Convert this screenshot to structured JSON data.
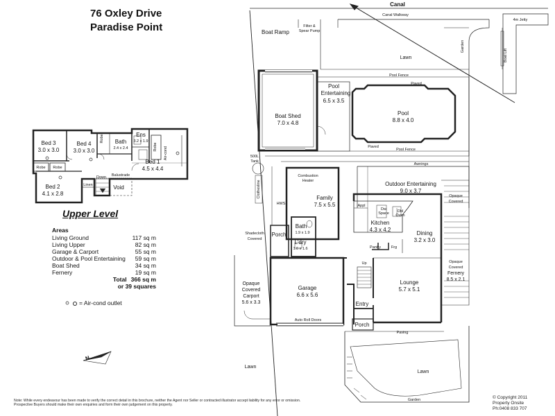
{
  "title_line1": "76 Oxley Drive",
  "title_line2": "Paradise Point",
  "upper_level_title": "Upper Level",
  "areas": {
    "heading": "Areas",
    "rows": [
      {
        "name": "Living Ground",
        "value": "117 sq m"
      },
      {
        "name": "Living Upper",
        "value": "82 sq m"
      },
      {
        "name": "Garage & Carport",
        "value": "55 sq m"
      },
      {
        "name": "Outdoor & Pool Entertaining",
        "value": "59 sq m"
      },
      {
        "name": "Boat Shed",
        "value": "34 sq m"
      },
      {
        "name": "Fernery",
        "value": "19 sq m"
      }
    ],
    "total_label": "Total",
    "total_value": "366 sq m",
    "squares": "or 39 squares"
  },
  "legend_text": "= Air-cond outlet",
  "note": "Note:     While every endeavour has been made to verify the correct detail in this brochure, neither the Agent nor Seller or contracted illustrator accept liability for any error or omission. Prospective Buyers should make their own enquiries and form their own judgement on this property.",
  "copyright": {
    "line1": "© Copyright 2011",
    "line2": "Property Onsite",
    "line3": "Ph:0408 833 707"
  },
  "site_labels": {
    "canal": "Canal",
    "canal_walkway": "Canal Walkway",
    "jetty": "4m Jetty",
    "boat_lift": "Boat Lift",
    "boat_ramp": "Boat Ramp",
    "filter_line1": "Filter &",
    "filter_line2": "Spear Pump",
    "lawn_top": "Lawn",
    "garden_right": "Garden",
    "pool_fence_top": "Pool Fence",
    "paved_top": "Paved",
    "paved_bottom": "Paved",
    "pool_fence_bottom": "Pool Fence",
    "tank_line1": "500L",
    "tank_line2": "Tank",
    "awnings": "Awnings",
    "clothesline": "Clothesline",
    "combustion_line1": "Combustion",
    "combustion_line2": "Heater",
    "hws": "HWS",
    "shadecloth_line1": "Shadecloth",
    "shadecloth_line2": "Covered",
    "opaque_covered_top_line1": "Opaque",
    "opaque_covered_top_line2": "Covered",
    "opaque_covered_right_line1": "Opaque",
    "opaque_covered_right_line2": "Covered",
    "auto_roll_doors": "Auto Roll Doors",
    "paving": "Paving",
    "lawn_bottom_left": "Lawn",
    "lawn_bottom_right": "Lawn",
    "garden_bottom": "Garden",
    "appl": "Appl",
    "dw_line1": "Dw",
    "dw_line2": "Space",
    "dbl_line1": "Dbl",
    "dbl_line2": "Oven",
    "pantry": "Pantry",
    "frg": "Frg",
    "up": "Up",
    "down": "Down",
    "balustrade": "Balustrade",
    "linen": "Linen",
    "robe": "Robe",
    "aircond": "Air-cond"
  },
  "rooms_ground": {
    "boat_shed": {
      "name": "Boat Shed",
      "dims": "7.0 x 4.8"
    },
    "pool_entertaining": {
      "name_line1": "Pool",
      "name_line2": "Entertaining",
      "dims": "6.5 x 3.5"
    },
    "pool": {
      "name": "Pool",
      "dims": "8.8 x 4.0"
    },
    "family": {
      "name": "Family",
      "dims": "7.5 x 5.5"
    },
    "outdoor_entertaining": {
      "name": "Outdoor Entertaining",
      "dims": "9.0 x 3.7"
    },
    "kitchen": {
      "name": "Kitchen",
      "dims": "4.3 x 4.2"
    },
    "dining": {
      "name": "Dining",
      "dims": "3.2 x 3.0"
    },
    "bath": {
      "name": "Bath",
      "dims": "1.9 x 1.9"
    },
    "laundry": {
      "name": "L'dry",
      "dims": "1.6 x 1.6"
    },
    "porch_side": {
      "name": "Porch"
    },
    "garage": {
      "name": "Garage",
      "dims": "6.6 x 5.6"
    },
    "lounge": {
      "name": "Lounge",
      "dims": "5.7 x 5.1"
    },
    "entry": {
      "name": "Entry"
    },
    "porch_front": {
      "name": "Porch"
    },
    "carport": {
      "name_line1": "Opaque",
      "name_line2": "Covered",
      "name_line3": "Carport",
      "dims": "5.6 x 3.3"
    },
    "fernery": {
      "name": "Fernery",
      "dims": "8.5 x 2.1"
    }
  },
  "rooms_upper": {
    "bed3": {
      "name": "Bed 3",
      "dims": "3.0 x 3.0"
    },
    "bed4": {
      "name": "Bed 4",
      "dims": "3.0 x 3.0"
    },
    "bath": {
      "name": "Bath",
      "dims": "2.4 x 2.4"
    },
    "ens": {
      "name": "Ens",
      "dims": "3.2 x 1.9"
    },
    "bed1": {
      "name": "Bed 1",
      "dims": "4.5 x 4.4"
    },
    "bed2": {
      "name": "Bed 2",
      "dims": "4.1 x 2.8"
    },
    "void": {
      "name": "Void"
    }
  },
  "icons": [
    "north-arrow-icon",
    "aircond-outlet-icon"
  ]
}
